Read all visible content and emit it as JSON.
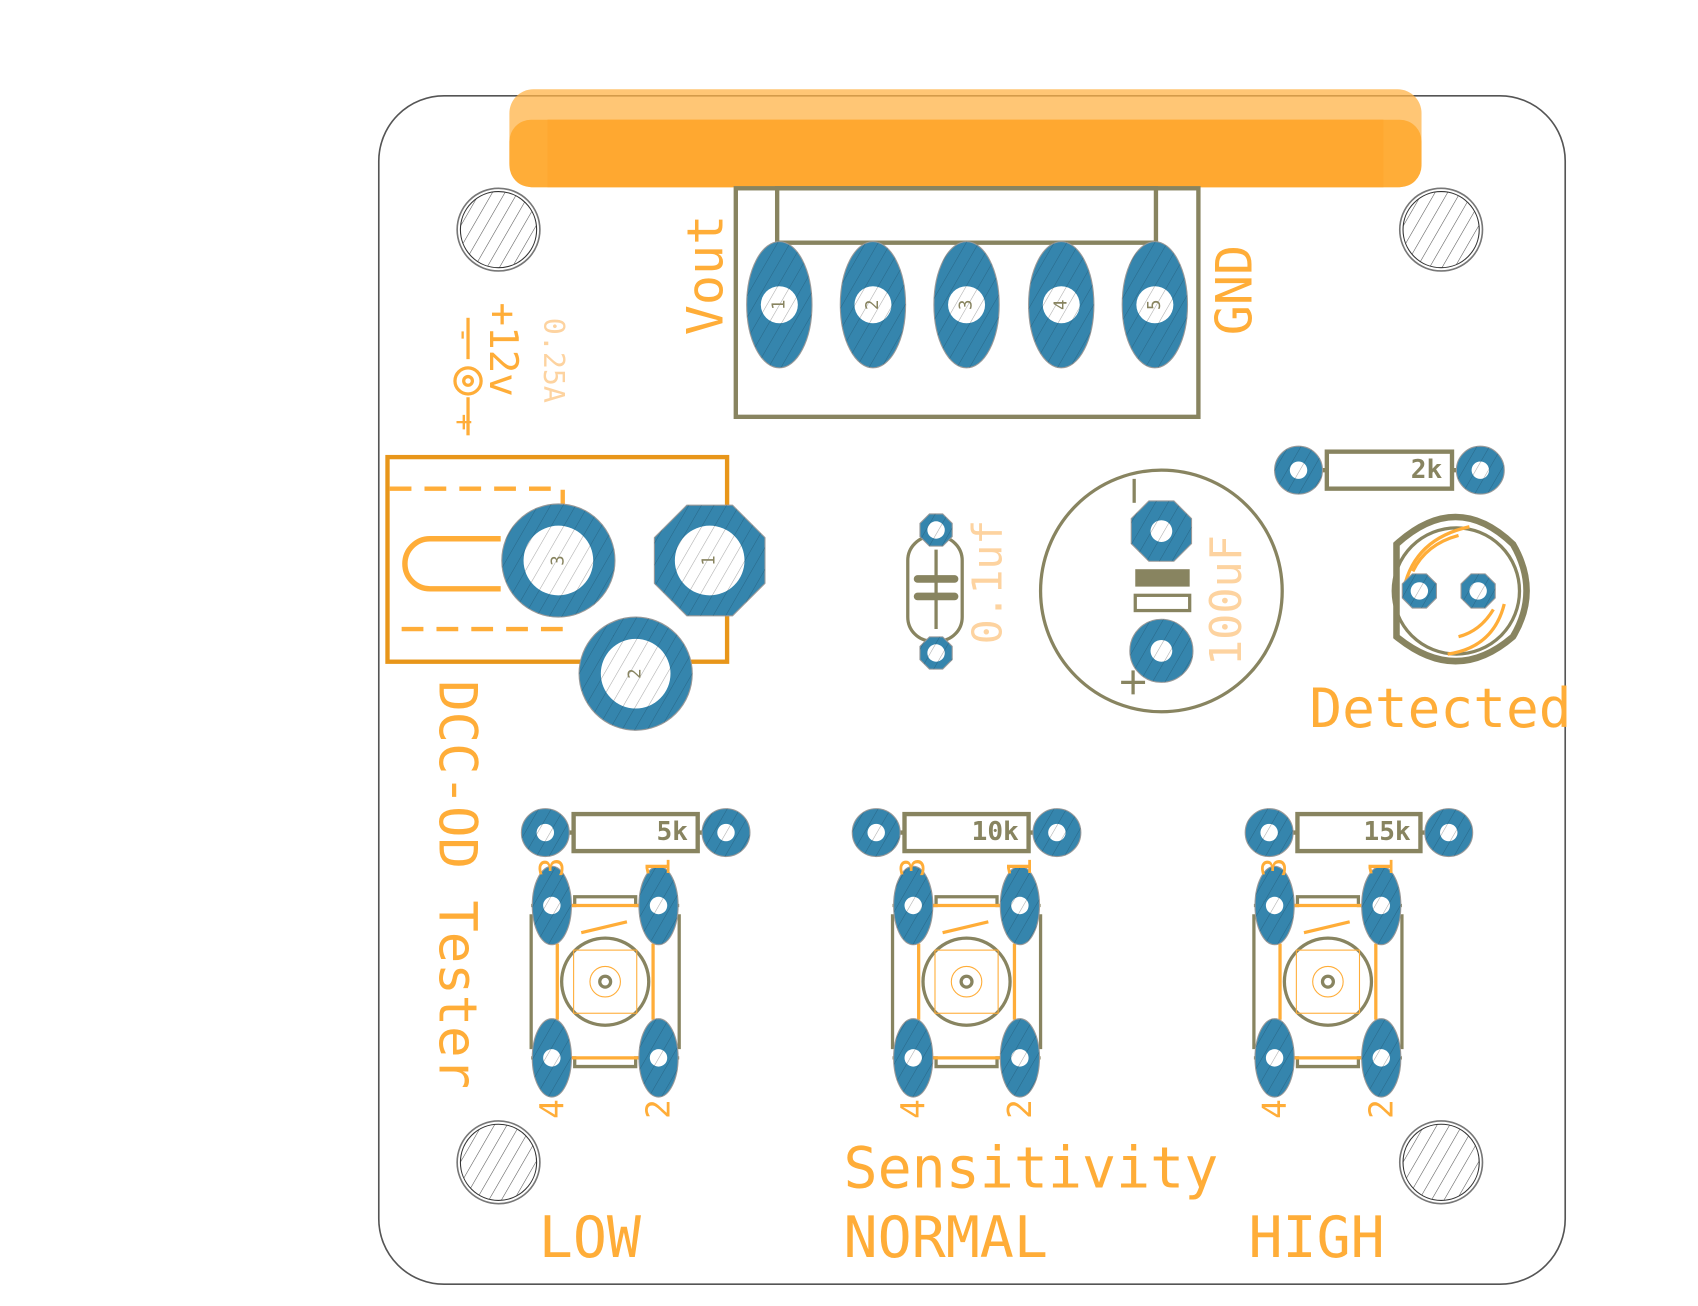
{
  "colors": {
    "copper_pad": "#3585ad",
    "silkscreen_outline": "#888460",
    "silkscreen_text": "#ffad38",
    "silkscreen_text_pale": "#fdd3a0",
    "jack_outline": "#e8961a",
    "board_edge": "#555555"
  },
  "labels": {
    "vout": "Vout",
    "gnd": "GND",
    "voltage": "+12v",
    "current": "0.25A",
    "polarity_minus": "-",
    "polarity_plus": "+",
    "board_name": "DCC-OD Tester",
    "cap_small": "0.1uf",
    "cap_large": "100uF",
    "led_label": "Detected",
    "sensitivity": "Sensitivity",
    "low": "LOW",
    "normal": "NORMAL",
    "high": "HIGH"
  },
  "connector_pins": [
    "1",
    "2",
    "3",
    "4",
    "5"
  ],
  "jack_pins": [
    "1",
    "2",
    "3"
  ],
  "resistors": [
    {
      "value": "2k"
    },
    {
      "value": "5k"
    },
    {
      "value": "10k"
    },
    {
      "value": "15k"
    }
  ],
  "button_pins": [
    "3",
    "1",
    "4",
    "2"
  ]
}
